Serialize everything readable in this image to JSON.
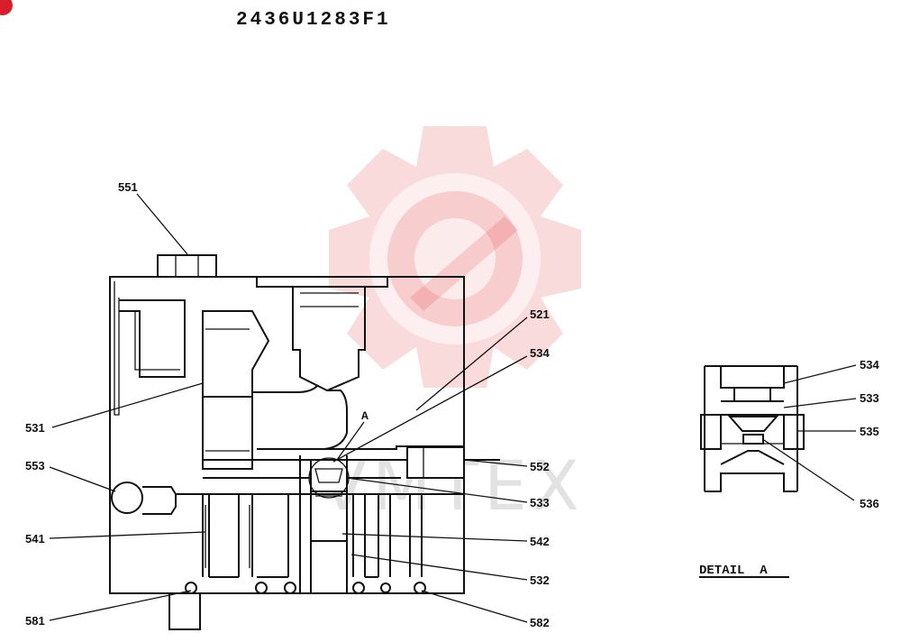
{
  "drawing_number": "2436U1283F1",
  "detail_title": "DETAIL  A",
  "detail_marker": "A",
  "watermark_text": "VMTEX",
  "main_labels": {
    "l551": "551",
    "l521": "521",
    "l534": "534",
    "l531": "531",
    "l553": "553",
    "l552": "552",
    "l533": "533",
    "l541": "541",
    "l542": "542",
    "l532": "532",
    "l581": "581",
    "l582": "582"
  },
  "detail_labels": {
    "l534": "534",
    "l533": "533",
    "l535": "535",
    "l536": "536"
  },
  "colors": {
    "ink": "#111111",
    "watermark": "#e31e24"
  }
}
